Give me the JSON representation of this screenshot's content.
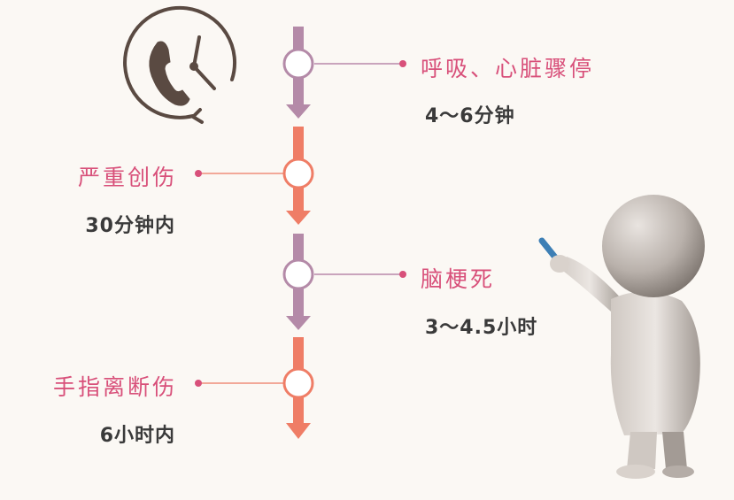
{
  "colors": {
    "purple": "#b48aa8",
    "coral": "#ef7d66",
    "pink_text": "#d8507a",
    "dark_text": "#3a3a3a",
    "background": "#fbf8f4"
  },
  "icons": {
    "clock_phone": "clock-phone-icon",
    "figure": "pointing-figure-illustration"
  },
  "items": [
    {
      "label": "呼吸、心脏骤停",
      "time": "4～6分钟",
      "side": "right",
      "color": "purple"
    },
    {
      "label": "严重创伤",
      "time": "30分钟内",
      "side": "left",
      "color": "coral"
    },
    {
      "label": "脑梗死",
      "time": "3～4.5小时",
      "side": "right",
      "color": "purple"
    },
    {
      "label": "手指离断伤",
      "time": "6小时内",
      "side": "left",
      "color": "coral"
    }
  ]
}
